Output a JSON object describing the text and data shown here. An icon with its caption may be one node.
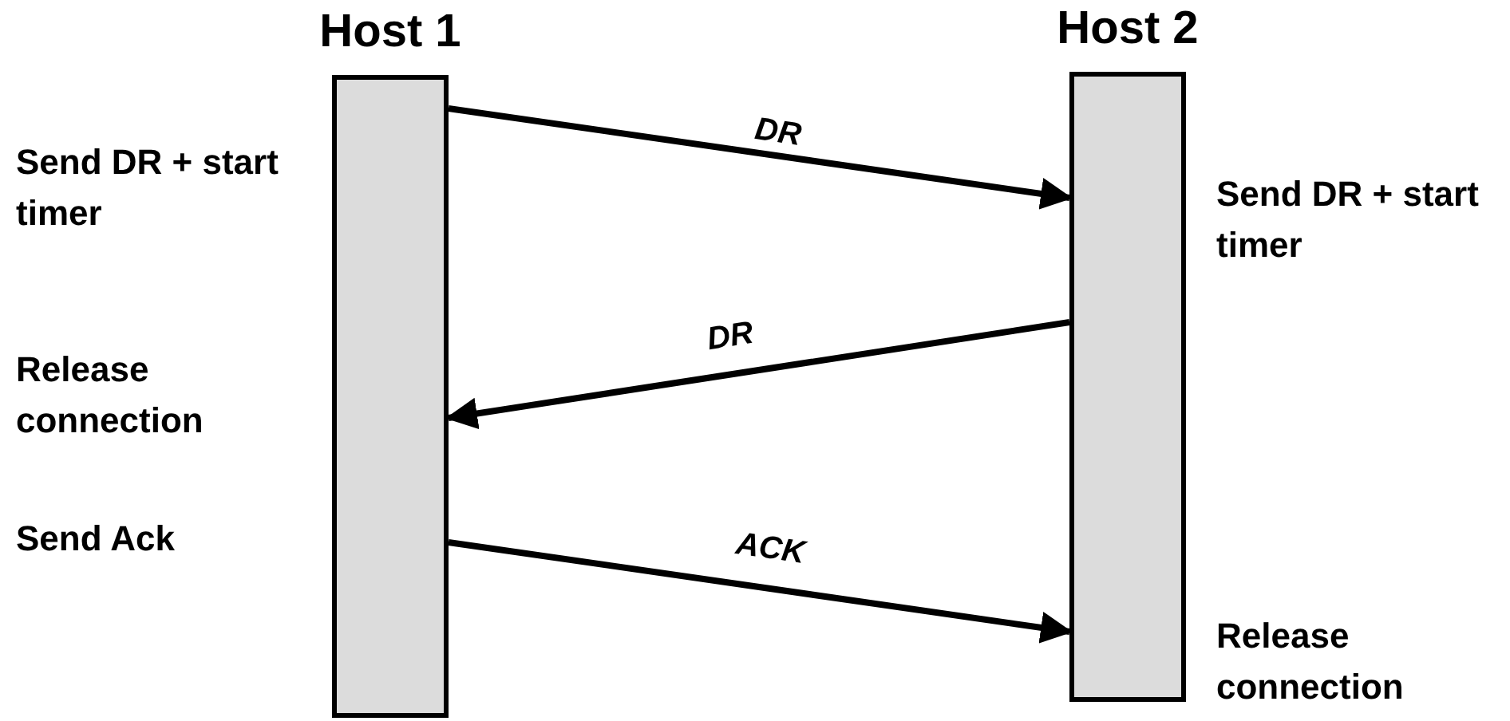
{
  "diagram": {
    "nodes": [
      {
        "text": [
          "Host 1"
        ],
        "beside": [
          "Send DR + start timer",
          "Release connection",
          "Send Ack"
        ]
      },
      {
        "text": [
          "Host 2"
        ],
        "beside": [
          "Send DR + start timer",
          "Release connection"
        ]
      }
    ],
    "edges": [
      {
        "from": 0,
        "to": 1,
        "arrow": "to",
        "label": "DR"
      },
      {
        "from": 1,
        "to": 0,
        "arrow": "to",
        "label": "DR"
      },
      {
        "from": 0,
        "to": 1,
        "arrow": "to",
        "label": "ACK"
      }
    ]
  }
}
